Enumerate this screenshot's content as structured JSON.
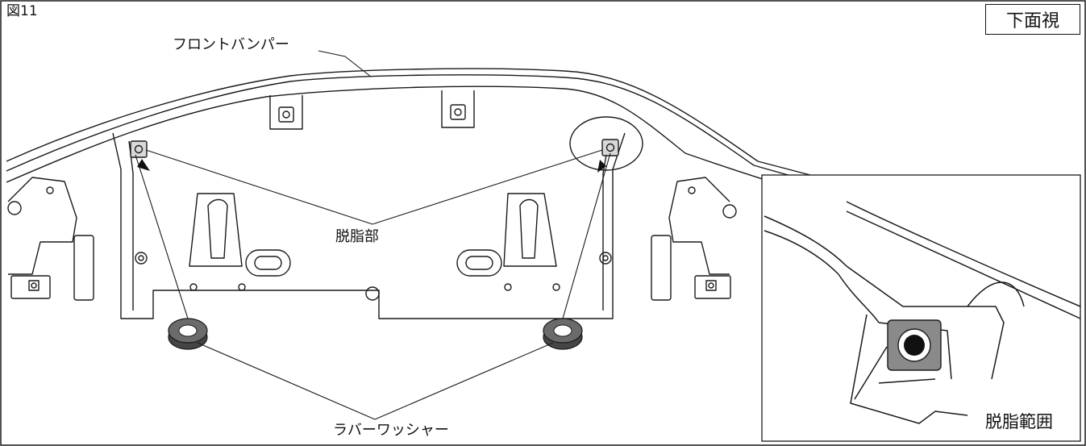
{
  "figure_number": "図11",
  "view_label": "下面視",
  "labels": {
    "bumper": "フロントバンパー",
    "degrease_part": "脱脂部",
    "rubber_washer": "ラバーワッシャー",
    "degrease_range": "脱脂範囲"
  },
  "colors": {
    "line": "#1a1a1a",
    "washer_fill": "#6b6b6b",
    "washer_dark": "#454545",
    "pad_fill": "#8a8a8a"
  }
}
